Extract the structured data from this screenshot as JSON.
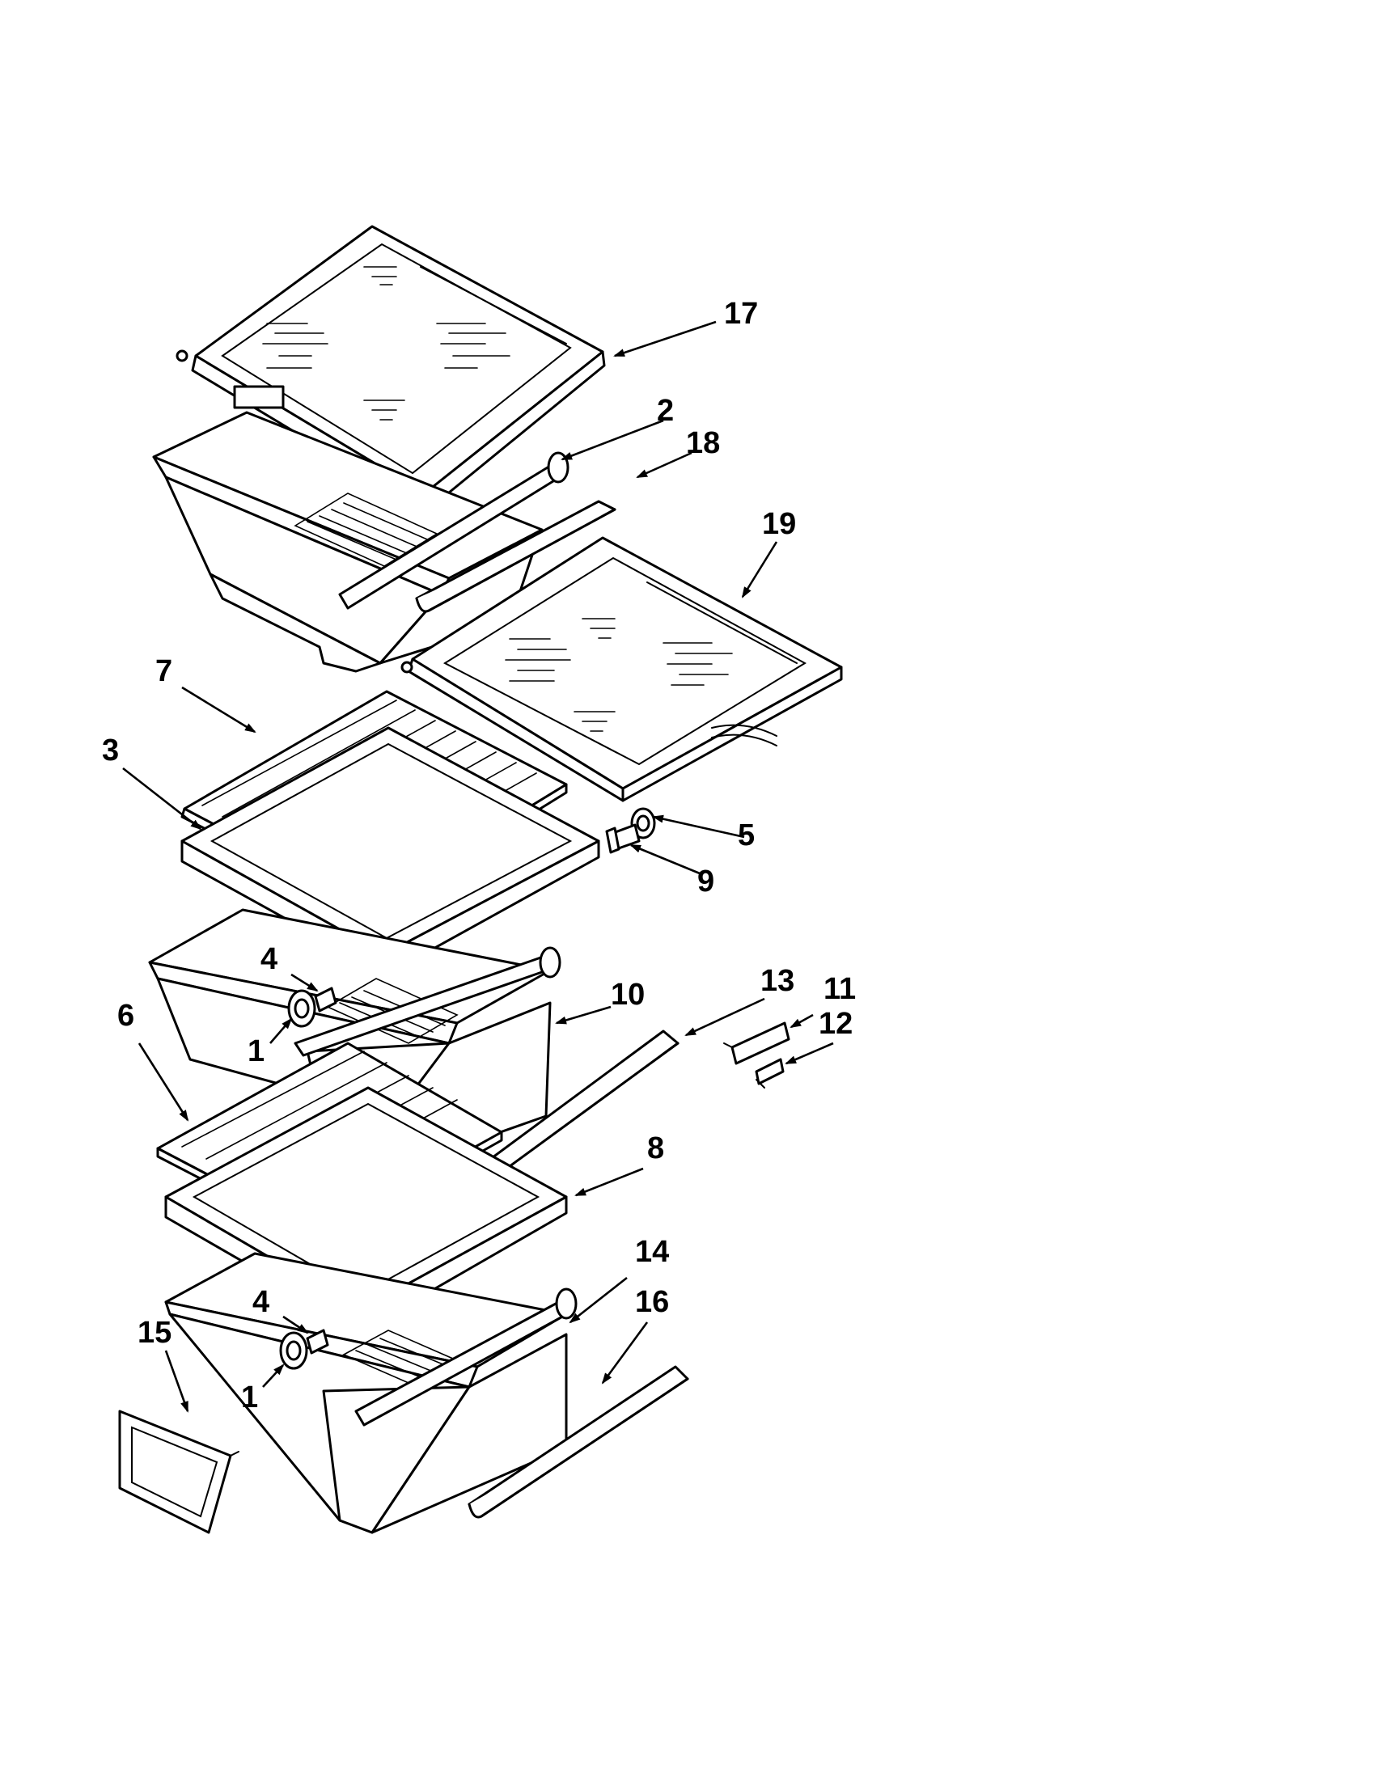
{
  "callouts": {
    "c17": "17",
    "c2": "2",
    "c18": "18",
    "c19": "19",
    "c7": "7",
    "c3": "3",
    "c5": "5",
    "c9": "9",
    "c4a": "4",
    "c10": "10",
    "c13": "13",
    "c11": "11",
    "c12": "12",
    "c6": "6",
    "c1a": "1",
    "c8": "8",
    "c14": "14",
    "c16": "16",
    "c4b": "4",
    "c15": "15",
    "c1b": "1"
  }
}
